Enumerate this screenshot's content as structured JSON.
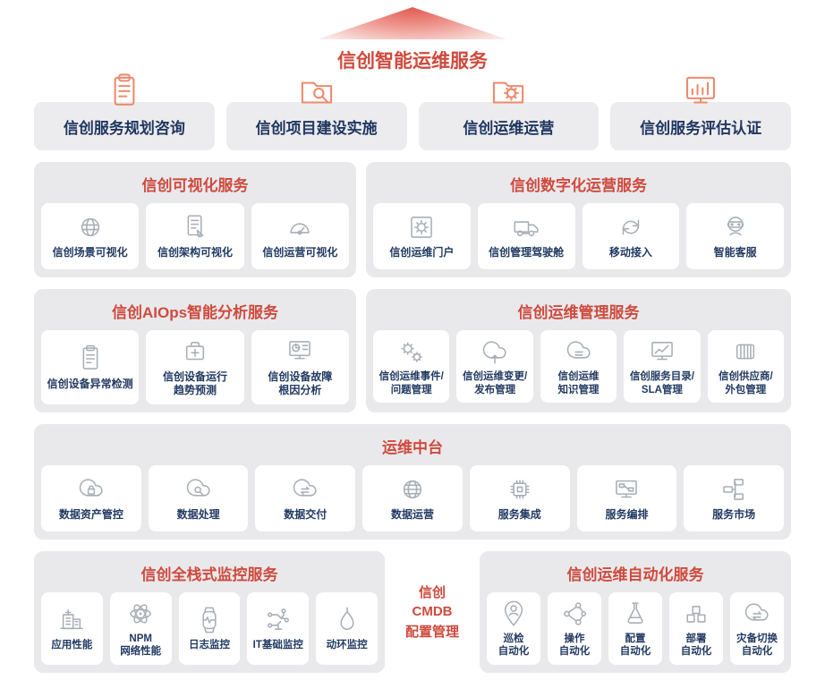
{
  "title": "信创智能运维服务",
  "top_services": [
    {
      "label": "信创服务规划咨询",
      "icon": "report-doc-icon"
    },
    {
      "label": "信创项目建设实施",
      "icon": "folder-search-icon"
    },
    {
      "label": "信创运维运营",
      "icon": "folder-gear-icon"
    },
    {
      "label": "信创服务评估认证",
      "icon": "chart-window-icon"
    }
  ],
  "panels": {
    "visualization": {
      "title": "信创可视化服务",
      "cards": [
        {
          "label": "信创场景可视化",
          "icon": "globe-icon"
        },
        {
          "label": "信创架构可视化",
          "icon": "doc-pencil-icon"
        },
        {
          "label": "信创运营可视化",
          "icon": "gauge-icon"
        }
      ]
    },
    "digital_operation": {
      "title": "信创数字化运营服务",
      "cards": [
        {
          "label": "信创运维门户",
          "icon": "portal-gear-icon"
        },
        {
          "label": "信创管理驾驶舱",
          "icon": "truck-icon"
        },
        {
          "label": "移动接入",
          "icon": "mobile-sync-icon"
        },
        {
          "label": "智能客服",
          "icon": "robot-headset-icon"
        }
      ]
    },
    "aiops": {
      "title": "信创AIOps智能分析服务",
      "cards": [
        {
          "label": "信创设备异常检测",
          "icon": "clipboard-check-icon"
        },
        {
          "label": "信创设备运行\n趋势预测",
          "icon": "medical-kit-icon"
        },
        {
          "label": "信创设备故障\n根因分析",
          "icon": "monitor-analysis-icon"
        }
      ]
    },
    "ops_management": {
      "title": "信创运维管理服务",
      "cards": [
        {
          "label": "信创运维事件/\n问题管理",
          "icon": "double-gear-icon"
        },
        {
          "label": "信创运维变更/\n发布管理",
          "icon": "cloud-upload-icon"
        },
        {
          "label": "信创运维\n知识管理",
          "icon": "cloud-doc-icon"
        },
        {
          "label": "信创服务目录/\nSLA管理",
          "icon": "chart-trend-icon"
        },
        {
          "label": "信创供应商/\n外包管理",
          "icon": "container-icon"
        }
      ]
    },
    "middle_platform": {
      "title": "运维中台",
      "cards": [
        {
          "label": "数据资产管控",
          "icon": "cloud-lock-icon"
        },
        {
          "label": "数据处理",
          "icon": "cloud-search-icon"
        },
        {
          "label": "数据交付",
          "icon": "cloud-sync-icon"
        },
        {
          "label": "数据运营",
          "icon": "globe-network-icon"
        },
        {
          "label": "服务集成",
          "icon": "chip-icon"
        },
        {
          "label": "服务编排",
          "icon": "screen-nodes-icon"
        },
        {
          "label": "服务市场",
          "icon": "server-network-icon"
        }
      ]
    },
    "monitoring": {
      "title": "信创全栈式监控服务",
      "cards": [
        {
          "label": "应用性能",
          "icon": "app-building-icon"
        },
        {
          "label": "NPM\n网络性能",
          "icon": "atom-icon"
        },
        {
          "label": "日志监控",
          "icon": "watch-pulse-icon"
        },
        {
          "label": "IT基础监控",
          "icon": "circuit-icon"
        },
        {
          "label": "动环监控",
          "icon": "droplet-icon"
        }
      ]
    },
    "cmdb": {
      "lines": [
        "信创",
        "CMDB",
        "配置管理"
      ]
    },
    "automation": {
      "title": "信创运维自动化服务",
      "cards": [
        {
          "label": "巡检\n自动化",
          "icon": "inspector-pin-icon"
        },
        {
          "label": "操作\n自动化",
          "icon": "share-nodes-icon"
        },
        {
          "label": "配置\n自动化",
          "icon": "flask-icon"
        },
        {
          "label": "部署\n自动化",
          "icon": "blocks-icon"
        },
        {
          "label": "灾备切换\n自动化",
          "icon": "cloud-switch-icon"
        }
      ]
    }
  },
  "colors": {
    "accent": "#cf4a3d",
    "navy": "#223a62",
    "panel_bg": "#e9e9ec",
    "card_bg": "#ffffff",
    "icon_gray": "#a8aeb6",
    "icon_orange": "#ee8a6e"
  }
}
